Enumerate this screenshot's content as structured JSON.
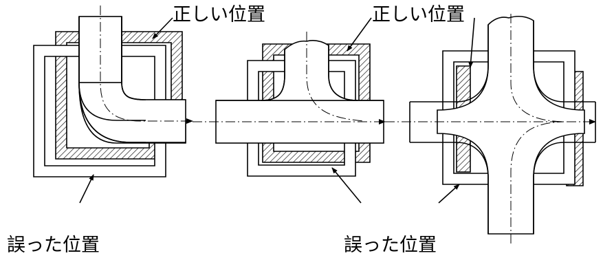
{
  "labels": {
    "correct_left": "正しい位置",
    "correct_right": "正しい位置",
    "wrong_left": "誤った位置",
    "wrong_right": "誤った位置"
  },
  "figures": [
    {
      "name": "elbow-fitting",
      "description_type": "90-degree elbow with insulation box"
    },
    {
      "name": "tee-fitting",
      "description_type": "tee branch with insulation box"
    },
    {
      "name": "cross-fitting",
      "description_type": "cross branch with insulation box"
    }
  ],
  "colors": {
    "line": "#000000",
    "background": "#ffffff"
  }
}
